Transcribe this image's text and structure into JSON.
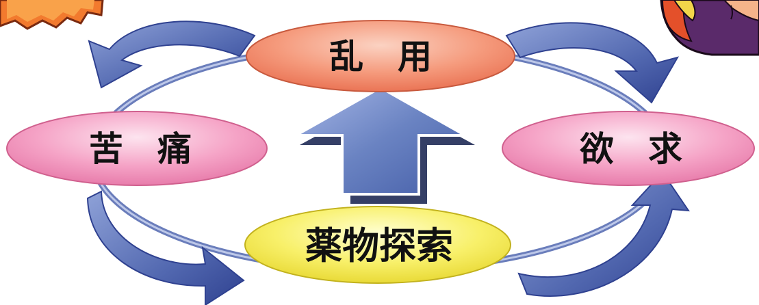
{
  "diagram": {
    "nodes": {
      "top": {
        "text": "乱　用",
        "fill": "#f08a6a"
      },
      "left": {
        "text": "苦　痛",
        "fill": "#ef8ab6"
      },
      "right": {
        "text": "欲　求",
        "fill": "#ef8ab6"
      },
      "bottom": {
        "text": "薬物探索",
        "fill": "#f2e84a"
      }
    },
    "colors": {
      "cycle_arrow": "#4f64ad",
      "center_arrow": "#6a83c2",
      "ring": "#5a6fb4",
      "burst": "#f27a2e",
      "character_hair": "#e4502a",
      "character_body": "#5a2a6a"
    }
  }
}
